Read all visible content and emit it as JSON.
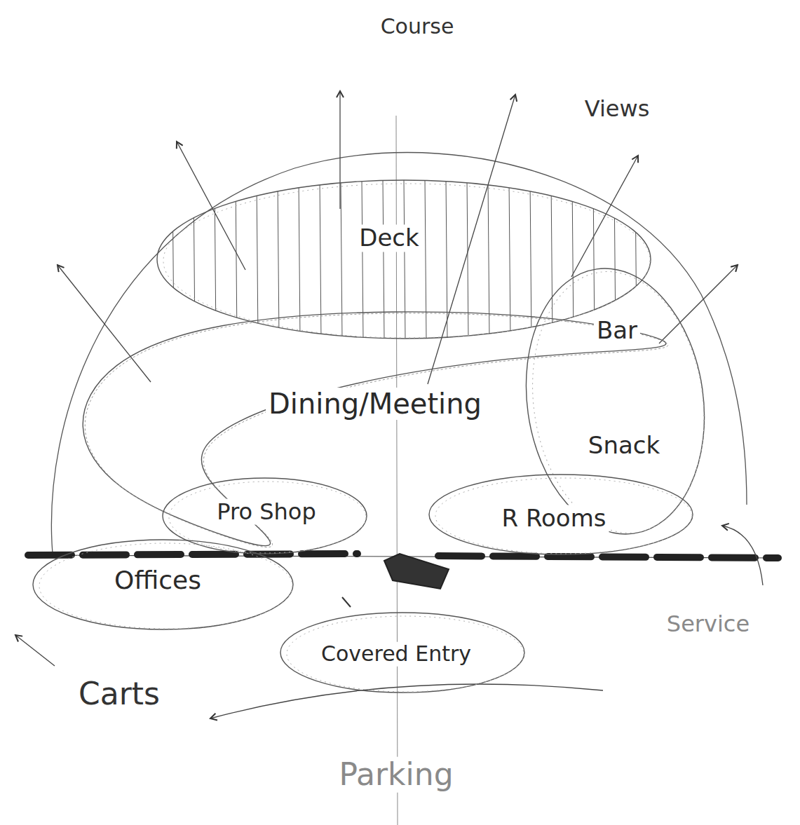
{
  "diagram": {
    "nodes": [
      {
        "text": [
          "Deck"
        ]
      },
      {
        "text": [
          "Bar",
          "Snack"
        ]
      },
      {
        "text": [
          "Dining/Meeting"
        ]
      },
      {
        "text": [
          "Pro Shop"
        ]
      },
      {
        "text": [
          "R Rooms"
        ]
      },
      {
        "text": [
          "Offices"
        ]
      },
      {
        "text": [
          "Covered Entry"
        ]
      }
    ],
    "labels": [
      "Course",
      "Views",
      "Carts",
      "Parking",
      "Service"
    ]
  }
}
